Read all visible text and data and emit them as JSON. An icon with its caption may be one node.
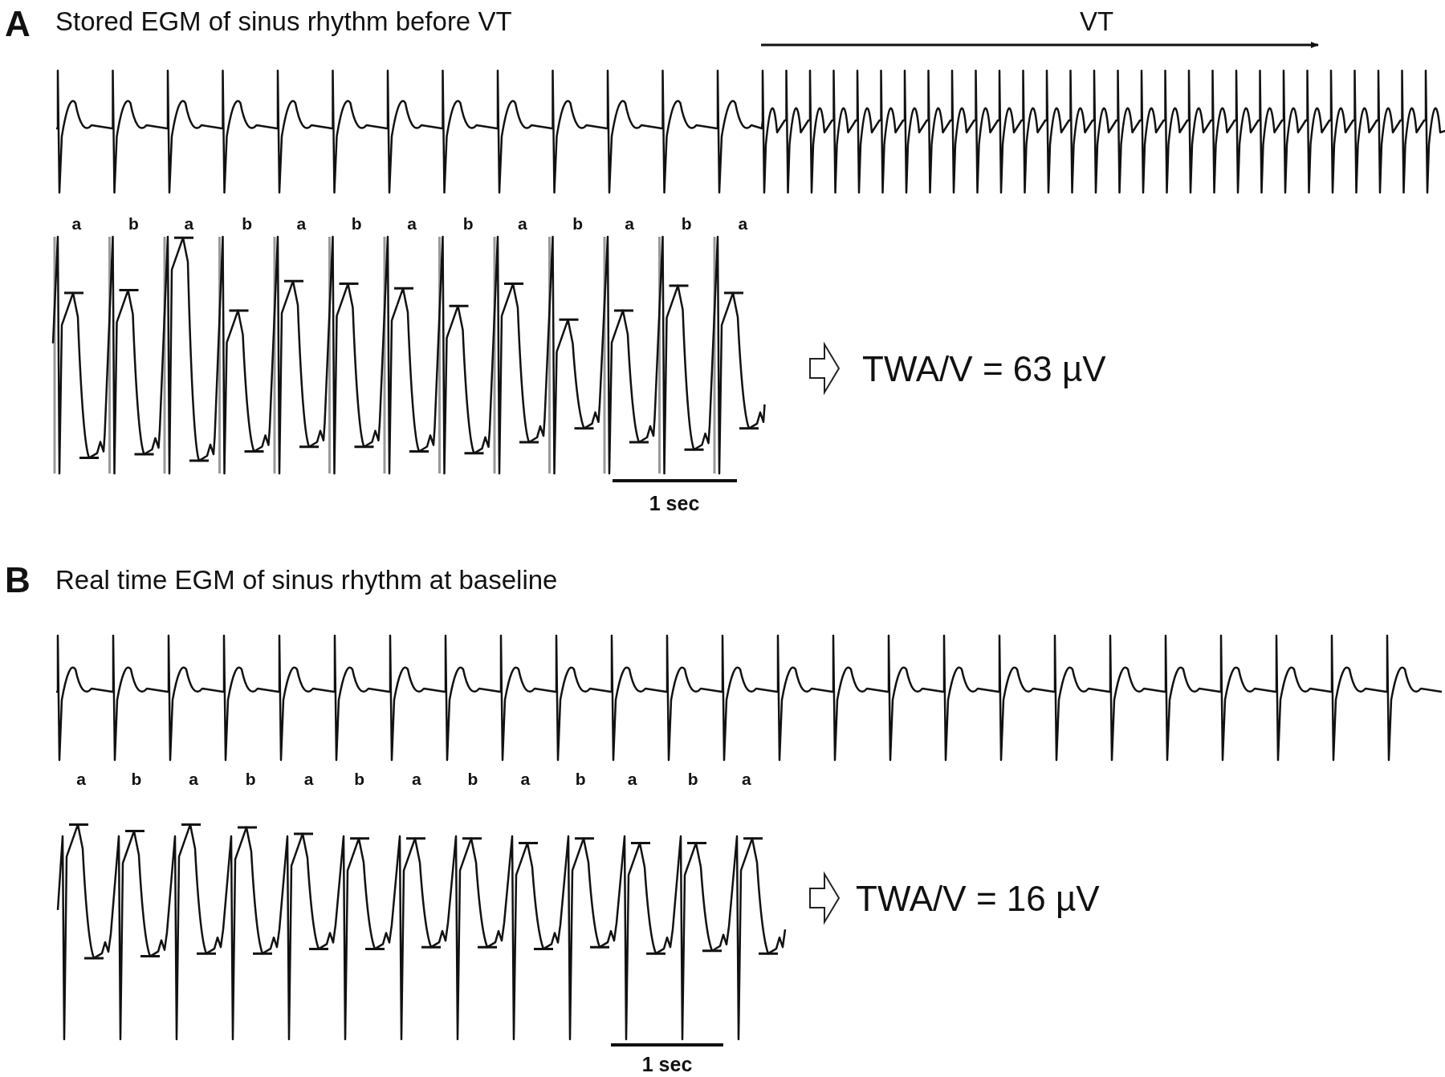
{
  "diagram": {
    "labels": [
      "A",
      "Stored EGM of sinus rhythm before VT",
      "VT",
      "a",
      "b",
      "a",
      "b",
      "a",
      "b",
      "a",
      "b",
      "a",
      "b",
      "a",
      "b",
      "a",
      "1 sec",
      "TWA/V = 63 µV",
      "B",
      "Real time EGM of sinus rhythm at baseline",
      "a",
      "b",
      "a",
      "b",
      "a",
      "b",
      "a",
      "b",
      "a",
      "b",
      "a",
      "b",
      "a",
      "1 sec",
      "TWA/V = 16 µV"
    ]
  }
}
